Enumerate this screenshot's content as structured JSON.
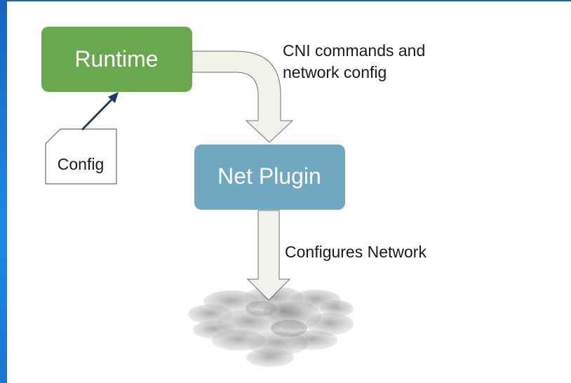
{
  "nodes": {
    "runtime": "Runtime",
    "net_plugin": "Net Plugin",
    "config": "Config"
  },
  "edges": {
    "cni_line1": "CNI commands and",
    "cni_line2": "network config",
    "configures": "Configures Network"
  },
  "colors": {
    "runtime_fill": "#69a84f",
    "net_plugin_fill": "#6fa8c0",
    "arrow_fill": "#f2f2ea",
    "arrow_stroke": "#6e6e6e",
    "config_arrow": "#1f3b66",
    "accent_bar": "#1565c0"
  }
}
